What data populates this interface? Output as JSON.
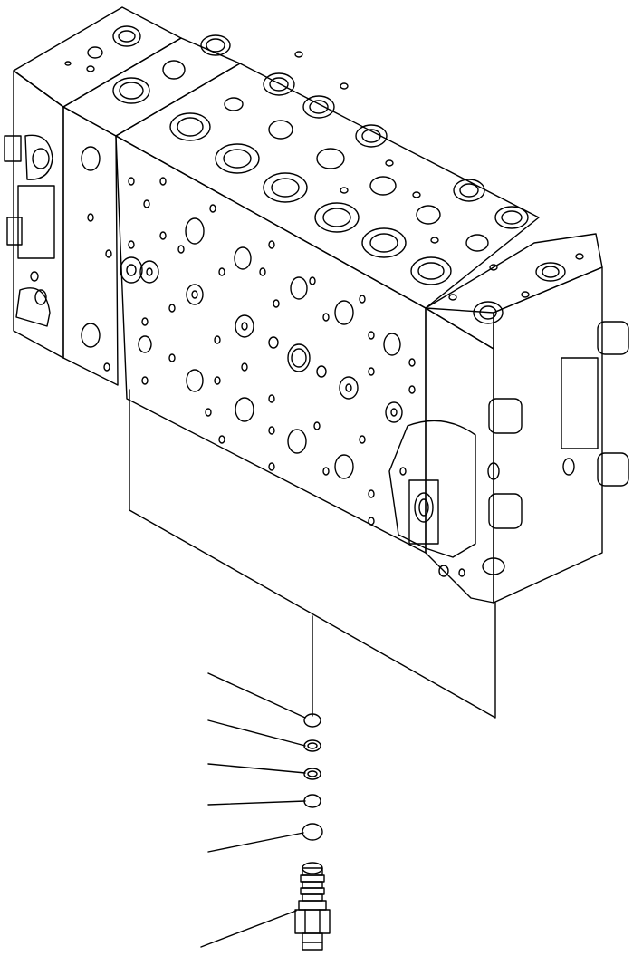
{
  "diagram": {
    "subject": "control-valve-assembly",
    "line_color": "#000000",
    "background": "#ffffff",
    "parts": [
      {
        "name": "o-ring"
      },
      {
        "name": "backup-ring"
      },
      {
        "name": "backup-ring"
      },
      {
        "name": "o-ring"
      },
      {
        "name": "o-ring"
      },
      {
        "name": "relief-valve-cartridge"
      }
    ]
  }
}
